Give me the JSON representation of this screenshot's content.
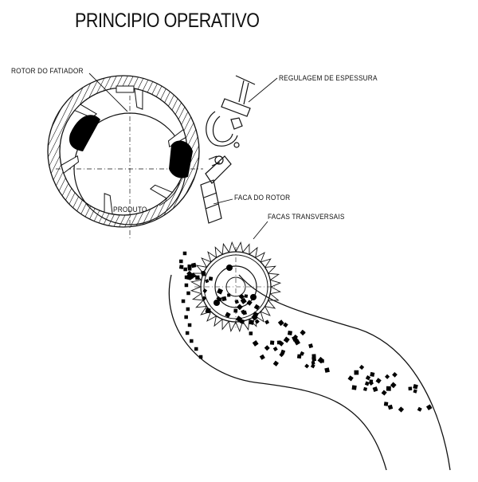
{
  "title": "PRINCIPIO OPERATIVO",
  "labels": {
    "rotor": "ROTOR DO FATIADOR",
    "regulagem": "REGULAGEM DE ESPESSURA",
    "produto": "PRODUTO",
    "faca_rotor": "FACA DO ROTOR",
    "facas_transversais": "FACAS TRANSVERSAIS"
  },
  "colors": {
    "line": "#111111",
    "fill": "#000000",
    "background": "#ffffff"
  }
}
